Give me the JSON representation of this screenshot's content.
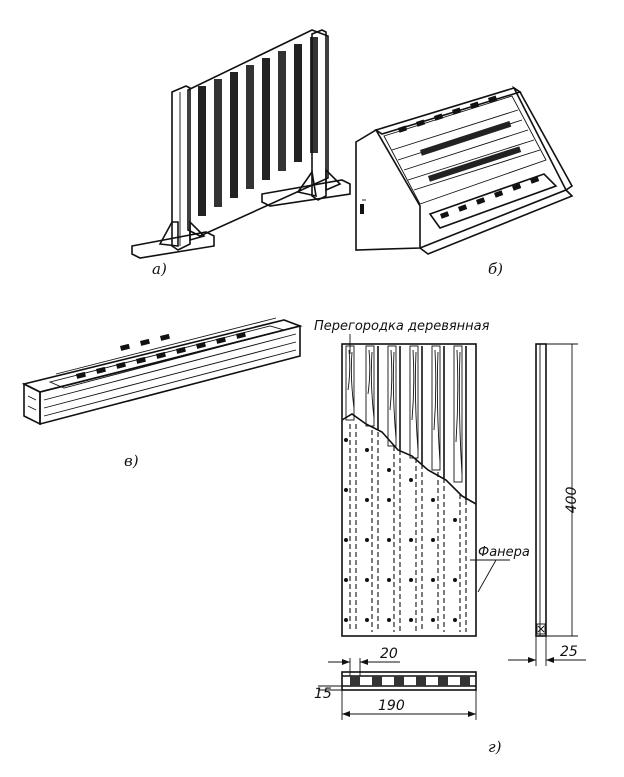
{
  "figure_labels": {
    "a": "а)",
    "b": "б)",
    "v": "в)",
    "g": "г)"
  },
  "annotations": {
    "partition": "Перегородка деревянная",
    "plywood": "Фанера"
  },
  "dimensions": {
    "height": "400",
    "depth": "25",
    "slot": "20",
    "edge": "15",
    "width": "190"
  }
}
